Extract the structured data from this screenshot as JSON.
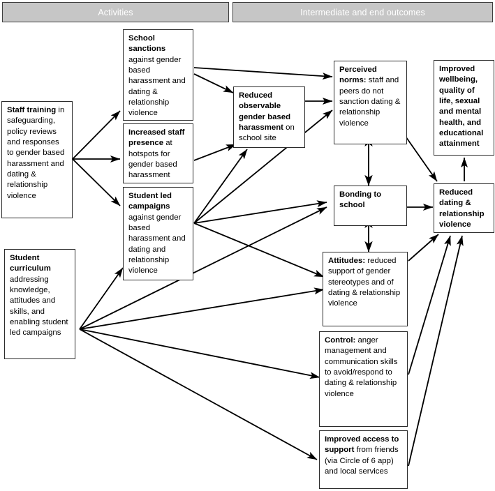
{
  "banners": [
    {
      "id": "activities",
      "label": "Activities"
    },
    {
      "id": "outcomes",
      "label": "Intermediate and end outcomes"
    }
  ],
  "colors": {
    "banner_fill": "#c6c6c6",
    "banner_border": "#3f3f3f",
    "banner_text": "#ffffff",
    "box_border": "#2b2b2b",
    "box_fill": "#ffffff",
    "arrow": "#000000",
    "page_background": "#ffffff"
  },
  "boxes": {
    "staff_training": {
      "bold": "Staff training",
      "rest": " in safeguarding, policy reviews and responses to gender based harassment and dating & relationship violence"
    },
    "student_curriculum": {
      "bold": "Student curriculum",
      "rest": " addressing knowledge, attitudes and skills, and enabling student led campaigns"
    },
    "school_sanctions": {
      "bold": "School sanctions",
      "rest": " against gender based harassment and dating & relationship violence"
    },
    "increased_staff_presence": {
      "bold": "Increased staff presence",
      "rest": " at hotspots for gender based harassment"
    },
    "student_led_campaigns": {
      "bold": "Student led campaigns",
      "rest": " against gender based harassment and dating and relationship violence"
    },
    "reduced_observable_harassment": {
      "bold": "Reduced observable gender based harassment",
      "rest": " on school site"
    },
    "perceived_norms": {
      "bold": "Perceived norms:",
      "rest": " staff and peers do not sanction dating & relationship violence"
    },
    "bonding_to_school": {
      "bold": "Bonding to school",
      "rest": ""
    },
    "attitudes": {
      "bold": "Attitudes:",
      "rest": " reduced support of gender stereotypes and of dating & relationship violence"
    },
    "control": {
      "bold": "Control:",
      "rest": " anger management and communication skills to avoid/respond to dating & relationship violence"
    },
    "improved_access_to_support": {
      "bold": "Improved access to support",
      "rest": " from friends (via Circle of 6 app) and local services"
    },
    "reduced_drv": {
      "bold": "Reduced dating & relationship violence",
      "rest": ""
    },
    "improved_wellbeing": {
      "bold": "Improved wellbeing, quality of life, sexual and mental health, and educational attainment",
      "rest": ""
    }
  },
  "flows": [
    {
      "from": "staff_training",
      "to": "school_sanctions",
      "type": "single"
    },
    {
      "from": "staff_training",
      "to": "increased_staff_presence",
      "type": "single"
    },
    {
      "from": "staff_training",
      "to": "student_led_campaigns",
      "type": "single"
    },
    {
      "from": "student_curriculum",
      "to": "student_led_campaigns",
      "type": "single"
    },
    {
      "from": "student_curriculum",
      "to": "bonding_to_school",
      "type": "single"
    },
    {
      "from": "student_curriculum",
      "to": "attitudes",
      "type": "single"
    },
    {
      "from": "student_curriculum",
      "to": "control",
      "type": "single"
    },
    {
      "from": "student_curriculum",
      "to": "improved_access_to_support",
      "type": "single"
    },
    {
      "from": "school_sanctions",
      "to": "perceived_norms",
      "type": "single"
    },
    {
      "from": "school_sanctions",
      "to": "reduced_observable_harassment",
      "type": "single"
    },
    {
      "from": "increased_staff_presence",
      "to": "reduced_observable_harassment",
      "type": "single"
    },
    {
      "from": "student_led_campaigns",
      "to": "reduced_observable_harassment",
      "type": "single"
    },
    {
      "from": "student_led_campaigns",
      "to": "perceived_norms",
      "type": "single"
    },
    {
      "from": "student_led_campaigns",
      "to": "bonding_to_school",
      "type": "single"
    },
    {
      "from": "student_led_campaigns",
      "to": "attitudes",
      "type": "single"
    },
    {
      "from": "reduced_observable_harassment",
      "to": "perceived_norms",
      "type": "single"
    },
    {
      "from": "perceived_norms",
      "to": "bonding_to_school",
      "type": "double"
    },
    {
      "from": "bonding_to_school",
      "to": "attitudes",
      "type": "double"
    },
    {
      "from": "perceived_norms",
      "to": "reduced_drv",
      "type": "single"
    },
    {
      "from": "bonding_to_school",
      "to": "reduced_drv",
      "type": "single"
    },
    {
      "from": "attitudes",
      "to": "reduced_drv",
      "type": "single"
    },
    {
      "from": "control",
      "to": "reduced_drv",
      "type": "single"
    },
    {
      "from": "improved_access_to_support",
      "to": "reduced_drv",
      "type": "single"
    },
    {
      "from": "reduced_drv",
      "to": "improved_wellbeing",
      "type": "single"
    }
  ]
}
